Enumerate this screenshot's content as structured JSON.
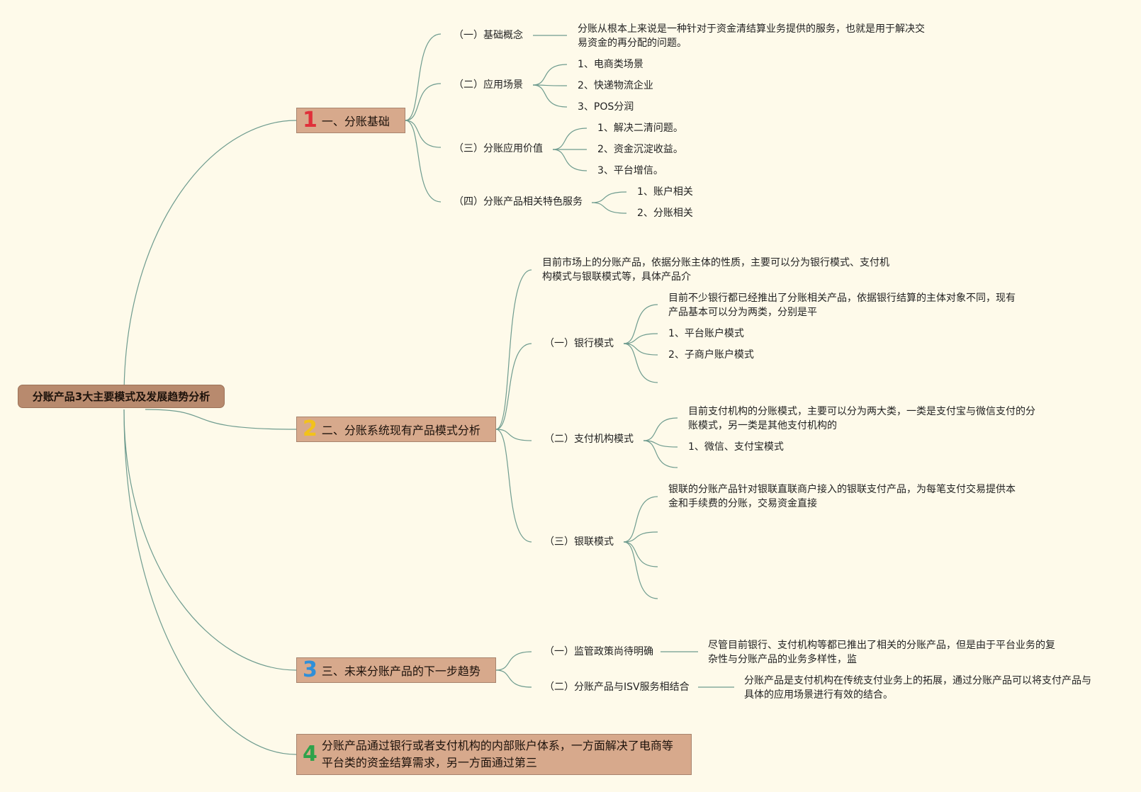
{
  "colors": {
    "background": "#fefaea",
    "line": "#6f9c8f",
    "root_fill": "#b88a6e",
    "topic_fill": "#d7a98c",
    "num1": "#e0303a",
    "num2": "#f2c21b",
    "num3": "#2f8fd8",
    "num4": "#2ea24a"
  },
  "root": {
    "label": "分账产品3大主要模式及发展趋势分析"
  },
  "topics": [
    {
      "num": "1",
      "label": "一、分账基础"
    },
    {
      "num": "2",
      "label": "二、分账系统现有产品模式分析"
    },
    {
      "num": "3",
      "label": "三、未来分账产品的下一步趋势"
    },
    {
      "num": "4",
      "label": "分账产品通过银行或者支付机构的内部账户体系，一方面解决了电商等平台类的资金结算需求，另一方面通过第三"
    }
  ],
  "t1": {
    "s1": {
      "label": "（一）基础概念",
      "detail": "分账从根本上来说是一种针对于资金清结算业务提供的服务，也就是用于解决交易资金的再分配的问题。"
    },
    "s2": {
      "label": "（二）应用场景",
      "items": [
        "1、电商类场景",
        "2、快递物流企业",
        "3、POS分润"
      ]
    },
    "s3": {
      "label": "（三）分账应用价值",
      "items": [
        "1、解决二清问题。",
        "2、资金沉淀收益。",
        "3、平台增信。"
      ]
    },
    "s4": {
      "label": "（四）分账产品相关特色服务",
      "items": [
        "1、账户相关",
        "2、分账相关"
      ]
    }
  },
  "t2": {
    "intro": "目前市场上的分账产品，依据分账主体的性质，主要可以分为银行模式、支付机构模式与银联模式等，具体产品介",
    "s1": {
      "label": "（一）银行模式",
      "detail": "目前不少银行都已经推出了分账相关产品，依据银行结算的主体对象不同，现有产品基本可以分为两类，分别是平",
      "items": [
        "1、平台账户模式",
        "2、子商户账户模式"
      ]
    },
    "s2": {
      "label": "（二）支付机构模式",
      "detail": "目前支付机构的分账模式，主要可以分为两大类，一类是支付宝与微信支付的分账模式，另一类是其他支付机构的",
      "items": [
        "1、微信、支付宝模式"
      ]
    },
    "s3": {
      "label": "（三）银联模式",
      "detail": "银联的分账产品针对银联直联商户接入的银联支付产品，为每笔支付交易提供本金和手续费的分账，交易资金直接"
    }
  },
  "t3": {
    "s1": {
      "label": "（一）监管政策尚待明确",
      "detail": "尽管目前银行、支付机构等都已推出了相关的分账产品，但是由于平台业务的复杂性与分账产品的业务多样性，监"
    },
    "s2": {
      "label": "（二）分账产品与ISV服务相结合",
      "detail": "分账产品是支付机构在传统支付业务上的拓展，通过分账产品可以将支付产品与具体的应用场景进行有效的结合。"
    }
  }
}
